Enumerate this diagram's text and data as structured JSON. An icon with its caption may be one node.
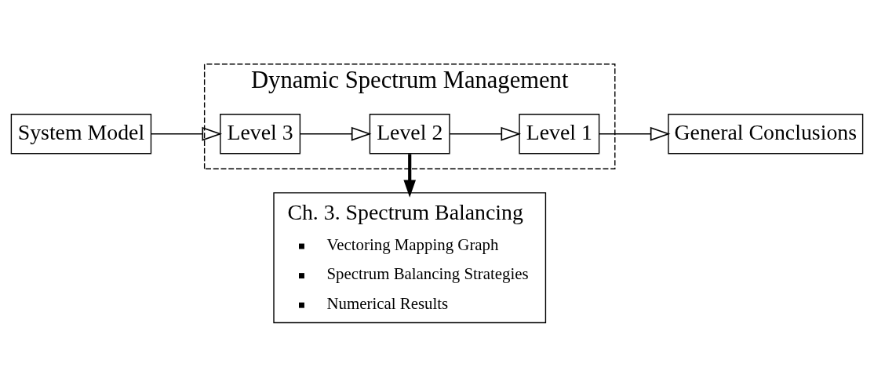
{
  "diagram": {
    "nodes": [
      {
        "text": [
          "System Model"
        ]
      },
      {
        "text": [
          "Dynamic Spectrum Management"
        ]
      },
      {
        "text": [
          "Level 3"
        ],
        "in": 1
      },
      {
        "text": [
          "Level 2"
        ],
        "in": 1
      },
      {
        "text": [
          "Level 1"
        ],
        "in": 1
      },
      {
        "text": [
          "General Conclusions"
        ]
      },
      {
        "text": [
          "Ch. 3. Spectrum Balancing",
          "Vectoring Mapping Graph",
          "Spectrum Balancing Strategies",
          "Numerical Results"
        ]
      }
    ],
    "edges": [
      {
        "from": 0,
        "to": 2,
        "arrow": "to"
      },
      {
        "from": 2,
        "to": 3,
        "arrow": "to"
      },
      {
        "from": 3,
        "to": 4,
        "arrow": "to"
      },
      {
        "from": 4,
        "to": 5,
        "arrow": "to"
      },
      {
        "from": 3,
        "to": 6,
        "arrow": "to",
        "style": "thick"
      }
    ]
  }
}
